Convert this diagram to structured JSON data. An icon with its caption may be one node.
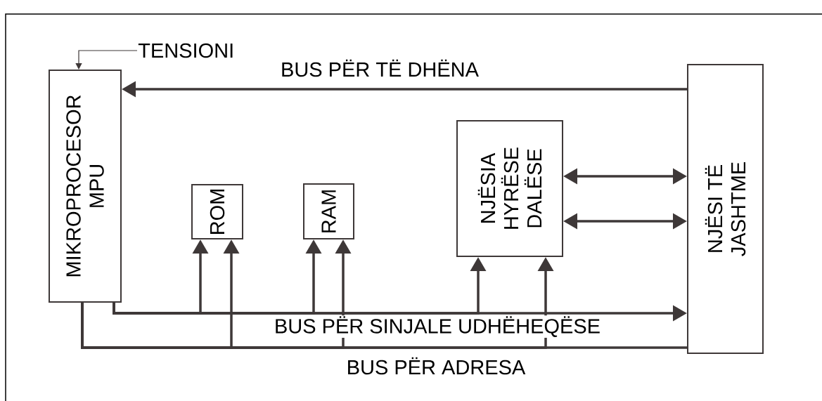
{
  "diagram": {
    "nodes": [
      {
        "text": [
          "TENSIONI"
        ]
      },
      {
        "text": [
          "MIKROPROCESOR MPU"
        ]
      },
      {
        "text": [
          "ROM"
        ]
      },
      {
        "text": [
          "RAM"
        ]
      },
      {
        "text": [
          "NJËSIA HYRËSE DALËSE"
        ]
      },
      {
        "text": [
          "NJËSI TË JASHTME"
        ]
      }
    ],
    "edges": [
      {
        "from": 0,
        "to": 1,
        "arrow": "to"
      },
      {
        "from": 5,
        "to": 1,
        "arrow": "to",
        "label": "BUS PËR TË DHËNA"
      },
      {
        "from": 1,
        "to": 2,
        "arrow": "to"
      },
      {
        "from": 1,
        "to": 3,
        "arrow": "to"
      },
      {
        "from": 1,
        "to": 4,
        "arrow": "to"
      },
      {
        "from": 1,
        "to": 5,
        "arrow": "to",
        "label": "BUS PËR SINJALE UDHËHEQËSE"
      },
      {
        "from": 1,
        "to": 2,
        "arrow": "to"
      },
      {
        "from": 1,
        "to": 3,
        "arrow": "to"
      },
      {
        "from": 1,
        "to": 4,
        "arrow": "to"
      },
      {
        "from": 1,
        "to": 5,
        "arrow": "none",
        "label": "BUS PËR ADRESA"
      },
      {
        "from": 4,
        "to": 5,
        "arrow": "both"
      },
      {
        "from": 4,
        "to": 5,
        "arrow": "both"
      }
    ]
  }
}
